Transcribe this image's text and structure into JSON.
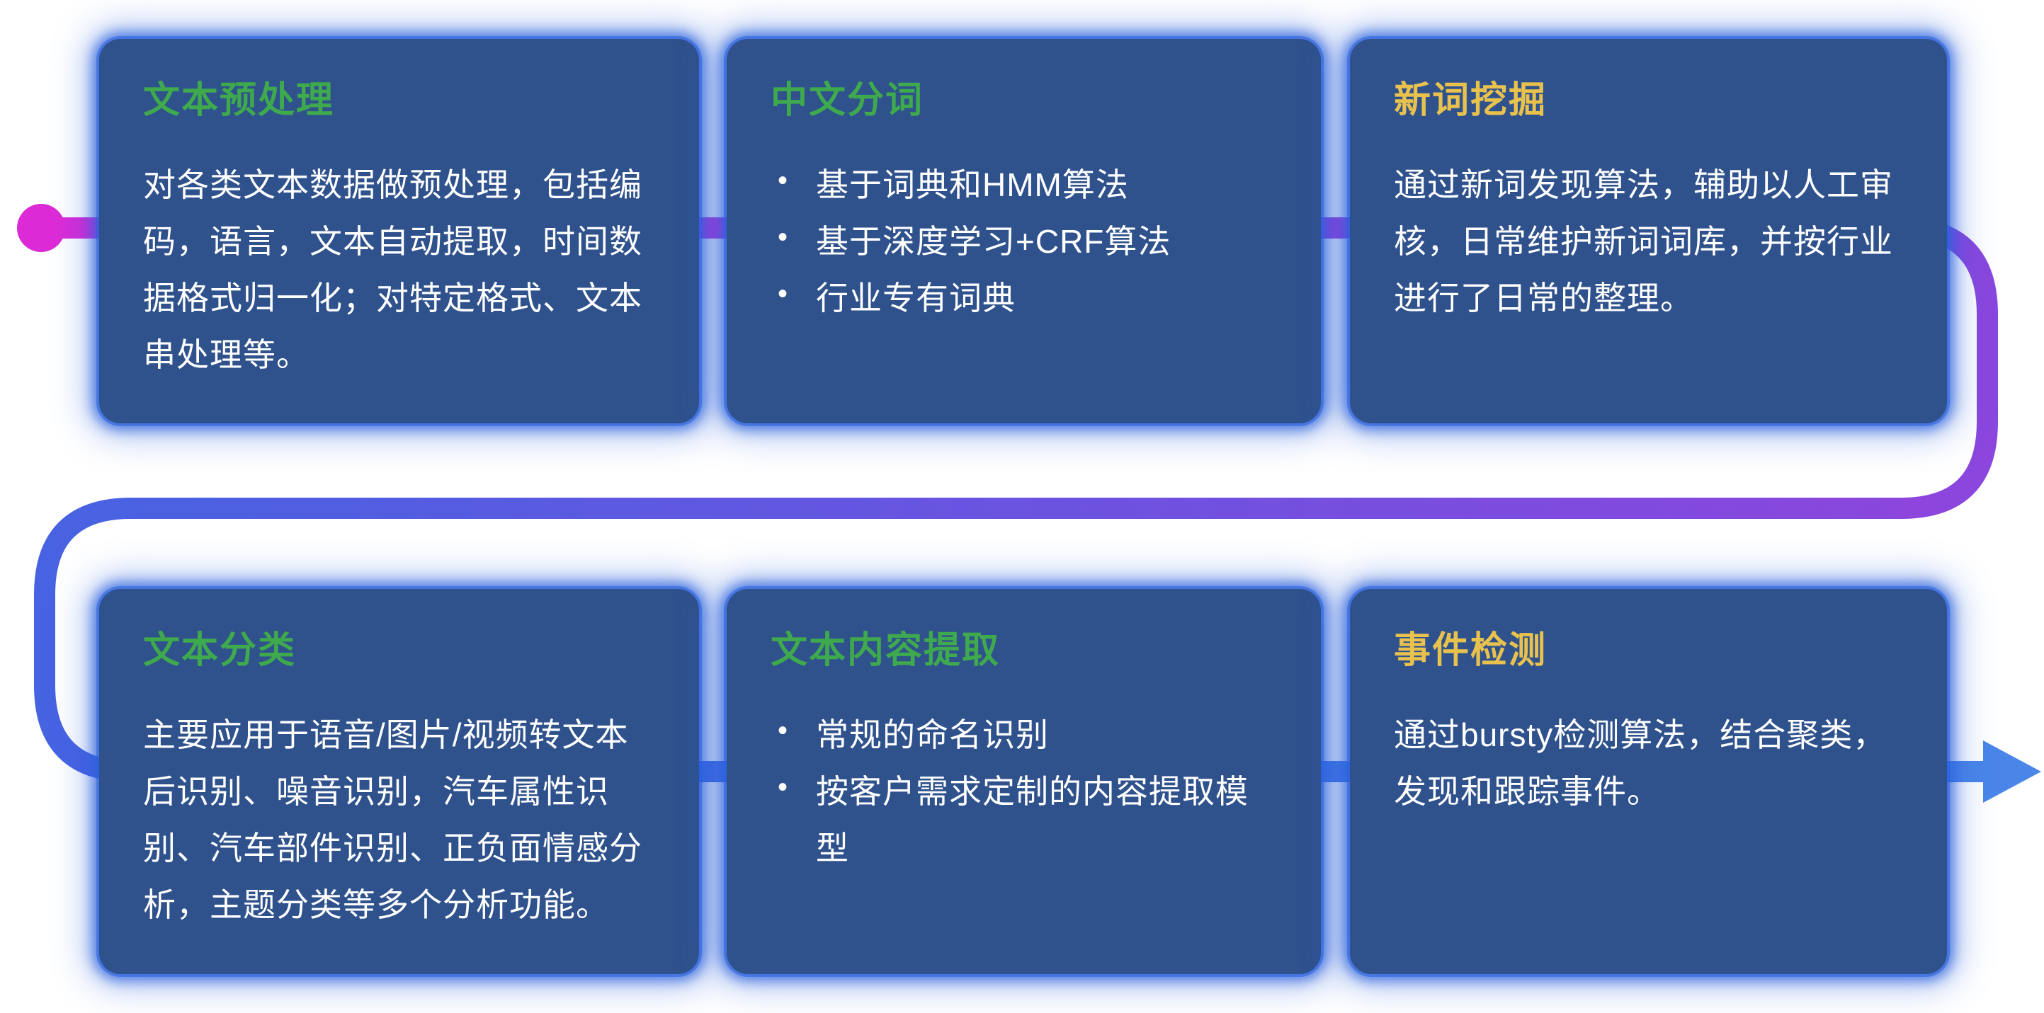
{
  "diagram": {
    "cards": [
      {
        "title": "文本预处理",
        "accent": "green",
        "body": "对各类文本数据做预处理，包括编码，语言，文本自动提取，时间数据格式归一化；对特定格式、文本串处理等。"
      },
      {
        "title": "中文分词",
        "accent": "green",
        "bullets": [
          "基于词典和HMM算法",
          "基于深度学习+CRF算法",
          "行业专有词典"
        ]
      },
      {
        "title": "新词挖掘",
        "accent": "yellow",
        "body": "通过新词发现算法，辅助以人工审核，日常维护新词词库，并按行业进行了日常的整理。"
      },
      {
        "title": "文本分类",
        "accent": "green",
        "body": "主要应用于语音/图片/视频转文本后识别、噪音识别，汽车属性识别、汽车部件识别、正负面情感分析，主题分类等多个分析功能。"
      },
      {
        "title": "文本内容提取",
        "accent": "green",
        "bullets": [
          "常规的命名识别",
          "按客户需求定制的内容提取模型"
        ]
      },
      {
        "title": "事件检测",
        "accent": "yellow",
        "body": "通过bursty检测算法，结合聚类，发现和跟踪事件。"
      }
    ],
    "colors": {
      "title_green": "#3FA94D",
      "title_yellow": "#E9C24E",
      "card_bg": "#2F528D",
      "body_text": "#FFFFFF",
      "flow_start": "#DC2BD6",
      "flow_mid": "#8A46DD",
      "flow_blue": "#4663E2",
      "flow_end": "#4A86E8"
    }
  }
}
